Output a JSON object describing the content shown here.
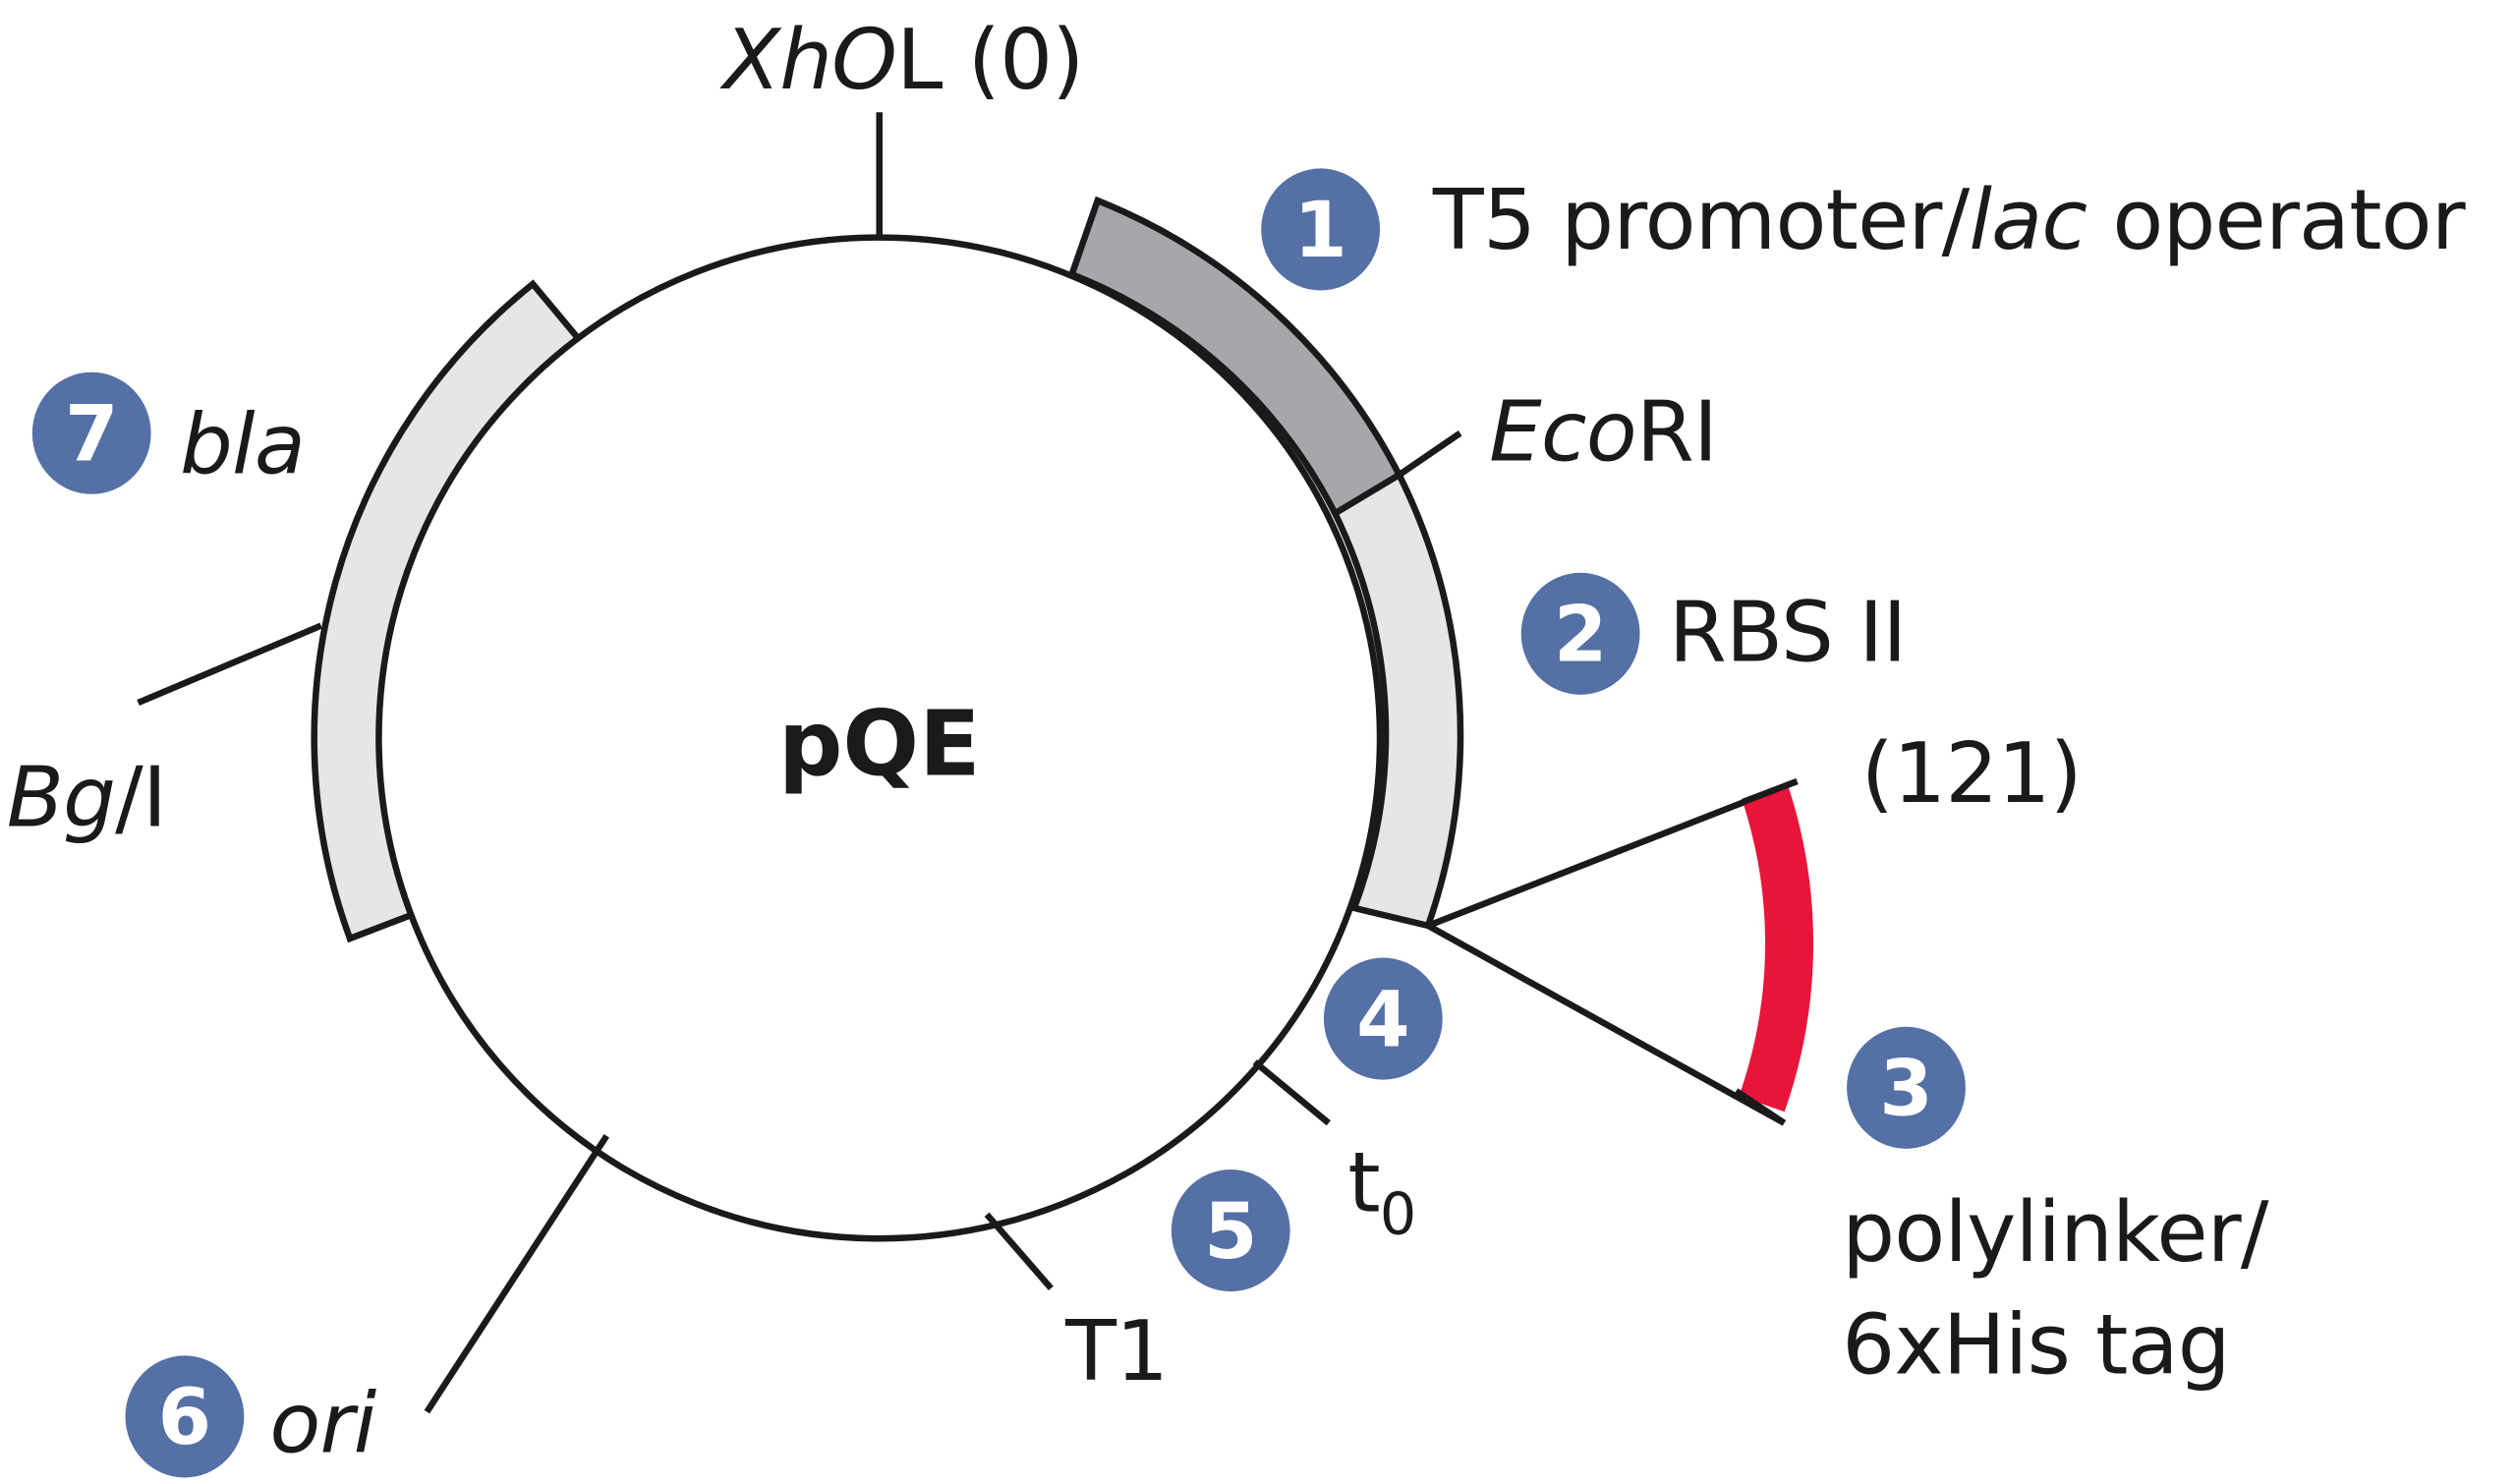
{
  "diagram": {
    "title": "pQE",
    "type": "plasmid-map",
    "colors": {
      "badge": "#5470a5",
      "promoter_fill": "#a7a6aa",
      "feature_fill": "#e6e6e6",
      "polylinker": "#e8143a",
      "line": "#1a1a1a"
    },
    "sites": [
      {
        "name_italic": "XhO",
        "name_roman": "L (0)",
        "id": "xhol"
      },
      {
        "name_italic": "Eco",
        "name_roman": "RI",
        "id": "ecori"
      },
      {
        "name_italic": "Bg",
        "name_roman": "/I",
        "id": "bgli"
      },
      {
        "name": "(121)",
        "id": "pos-121"
      },
      {
        "name": "t",
        "sub": "0",
        "id": "t0"
      },
      {
        "name": "T1",
        "id": "t1"
      }
    ],
    "features": [
      {
        "num": "1",
        "label_a": "T5 promoter/",
        "label_italic": "lac",
        "label_b": " operator"
      },
      {
        "num": "2",
        "label": "RBS II"
      },
      {
        "num": "3",
        "label_line1": "polylinker/",
        "label_line2": "6xHis tag"
      },
      {
        "num": "4",
        "label": ""
      },
      {
        "num": "5",
        "label": ""
      },
      {
        "num": "6",
        "label_italic": "ori"
      },
      {
        "num": "7",
        "label_italic": "bla"
      }
    ]
  }
}
